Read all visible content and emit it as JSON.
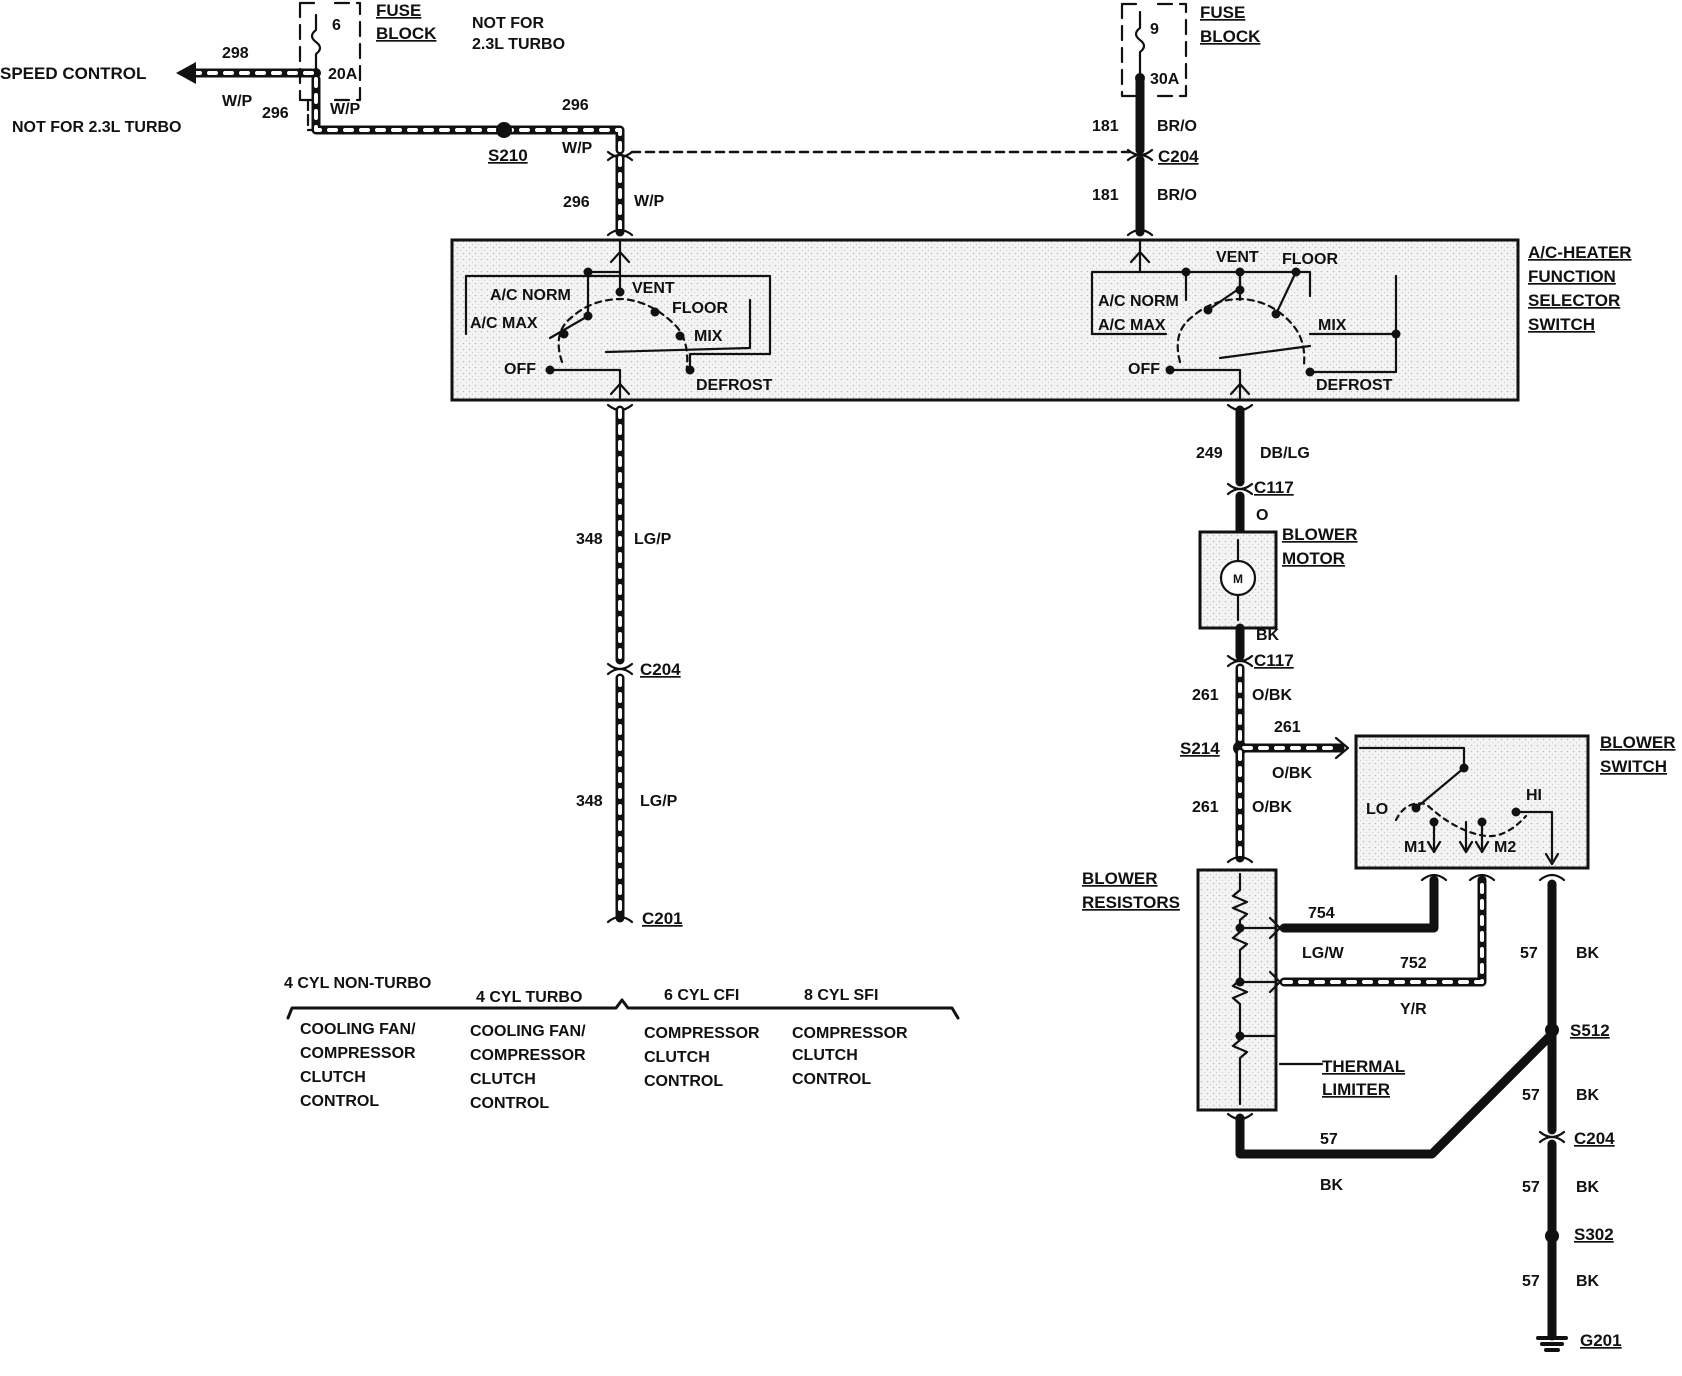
{
  "fuse_block_left": {
    "title_line1": "FUSE",
    "title_line2": "BLOCK",
    "fuse_number": "6",
    "fuse_rating": "20A",
    "note_line1": "NOT FOR",
    "note_line2": "2.3L TURBO"
  },
  "fuse_block_right": {
    "title_line1": "FUSE",
    "title_line2": "BLOCK",
    "fuse_number": "9",
    "fuse_rating": "30A"
  },
  "speed_control": {
    "label": "SPEED CONTROL",
    "circuit": "298",
    "color": "W/P",
    "circuit_b": "296",
    "color_b": "W/P",
    "note": "NOT FOR 2.3L TURBO"
  },
  "splice_s210": {
    "label": "S210",
    "circuit_top": "296",
    "color_top": "W/P",
    "circuit_down": "296",
    "color_down": "W/P"
  },
  "feed_right": {
    "circuit_a": "181",
    "color_a": "BR/O",
    "connector": "C204",
    "circuit_b": "181",
    "color_b": "BR/O"
  },
  "selector_switch": {
    "title_line1": "A/C-HEATER",
    "title_line2": "FUNCTION",
    "title_line3": "SELECTOR",
    "title_line4": "SWITCH",
    "left": {
      "ac_norm": "A/C NORM",
      "ac_max": "A/C MAX",
      "vent": "VENT",
      "floor": "FLOOR",
      "mix": "MIX",
      "off": "OFF",
      "defrost": "DEFROST"
    },
    "right": {
      "ac_norm": "A/C NORM",
      "ac_max": "A/C MAX",
      "vent": "VENT",
      "floor": "FLOOR",
      "mix": "MIX",
      "off": "OFF",
      "defrost": "DEFROST"
    }
  },
  "left_output": {
    "circuit_a": "348",
    "color_a": "LG/P",
    "connector": "C204",
    "circuit_b": "348",
    "color_b": "LG/P",
    "end_connector": "C201"
  },
  "applications": {
    "headers": [
      "4 CYL NON-TURBO",
      "4 CYL TURBO",
      "6 CYL CFI",
      "8 CYL SFI"
    ],
    "columns": [
      [
        "COOLING FAN/",
        "COMPRESSOR",
        "CLUTCH",
        "CONTROL"
      ],
      [
        "COOLING FAN/",
        "COMPRESSOR",
        "CLUTCH",
        "CONTROL"
      ],
      [
        "COMPRESSOR",
        "CLUTCH",
        "CONTROL"
      ],
      [
        "COMPRESSOR",
        "CLUTCH",
        "CONTROL"
      ]
    ]
  },
  "blower_feed": {
    "circuit": "249",
    "color": "DB/LG",
    "connector": "C117",
    "color_after": "O"
  },
  "blower_motor": {
    "title_line1": "BLOWER",
    "title_line2": "MOTOR",
    "motor_symbol": "M",
    "out_color": "BK",
    "out_connector": "C117",
    "circuit": "261",
    "circuit_color": "O/BK"
  },
  "splice_s214": {
    "label": "S214",
    "branch_circuit": "261",
    "branch_color": "O/BK",
    "down_circuit": "261",
    "down_color": "O/BK"
  },
  "blower_switch": {
    "title_line1": "BLOWER",
    "title_line2": "SWITCH",
    "lo": "LO",
    "m1": "M1",
    "m2": "M2",
    "hi": "HI"
  },
  "blower_resistors": {
    "title_line1": "BLOWER",
    "title_line2": "RESISTORS",
    "circuit_754": "754",
    "color_754": "LG/W",
    "circuit_752": "752",
    "color_752": "Y/R",
    "thermal_line1": "THERMAL",
    "thermal_line2": "LIMITER"
  },
  "ground": {
    "res_circuit": "57",
    "res_color": "BK",
    "sw_circuit": "57",
    "sw_color": "BK",
    "splice_s512": "S512",
    "c1": "57",
    "c1_color": "BK",
    "connector_c204": "C204",
    "c2": "57",
    "c2_color": "BK",
    "splice_s302": "S302",
    "c3": "57",
    "c3_color": "BK",
    "ground_label": "G201"
  }
}
